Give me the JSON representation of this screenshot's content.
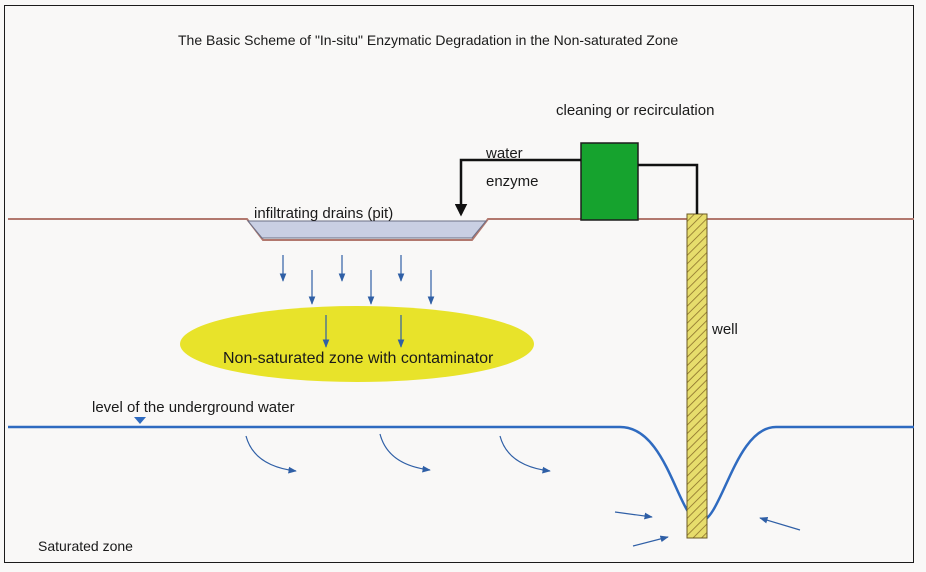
{
  "diagram": {
    "title": "The Basic Scheme of \"In-situ\" Enzymatic Degradation in the Non-saturated Zone",
    "labels": {
      "cleaning": "cleaning or recirculation",
      "water": "water",
      "enzyme": "enzyme",
      "drains": "infiltrating drains (pit)",
      "well": "well",
      "nonsaturated_zone": "Non-saturated zone with contaminator",
      "water_level": "level of the underground water",
      "saturated_zone": "Saturated zone"
    },
    "colors": {
      "ground_line": "#b2786e",
      "water_line": "#2f6bc0",
      "contaminated_zone": "#e8e32a",
      "treatment_unit": "#16a32e",
      "well_casing": "#e7dd6c",
      "drain_fill": "#c9cfe3",
      "flow_arrows": "#2f5fa6"
    },
    "icons": {
      "pipe_arrow": "arrow-down-icon",
      "water_level_marker": "triangle-down-icon"
    }
  }
}
